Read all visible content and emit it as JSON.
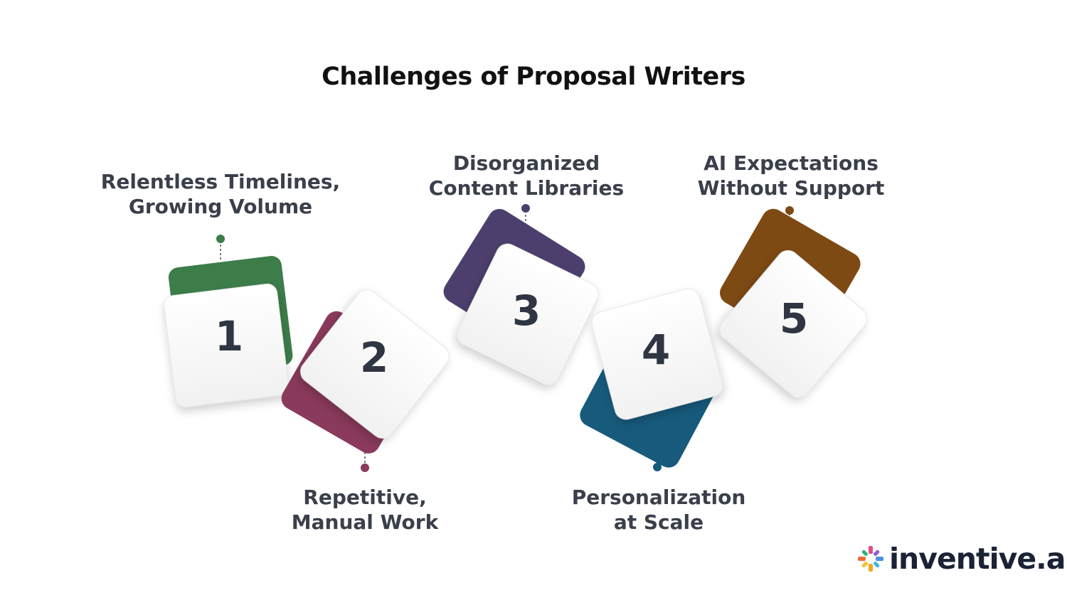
{
  "title": "Challenges of Proposal Writers",
  "steps": [
    {
      "number": "1",
      "line1": "Relentless Timelines,",
      "line2": "Growing Volume",
      "color": "#3c7d4a"
    },
    {
      "number": "2",
      "line1": "Repetitive,",
      "line2": "Manual Work",
      "color": "#8a3a5c"
    },
    {
      "number": "3",
      "line1": "Disorganized",
      "line2": "Content Libraries",
      "color": "#4c3f6d"
    },
    {
      "number": "4",
      "line1": "Personalization",
      "line2": "at Scale",
      "color": "#175a7c"
    },
    {
      "number": "5",
      "line1": "AI Expectations",
      "line2": "Without Support",
      "color": "#7e4a14"
    }
  ],
  "brand": {
    "name": "inventive.ai",
    "logo_icon": "inventive-sparkle-icon"
  }
}
